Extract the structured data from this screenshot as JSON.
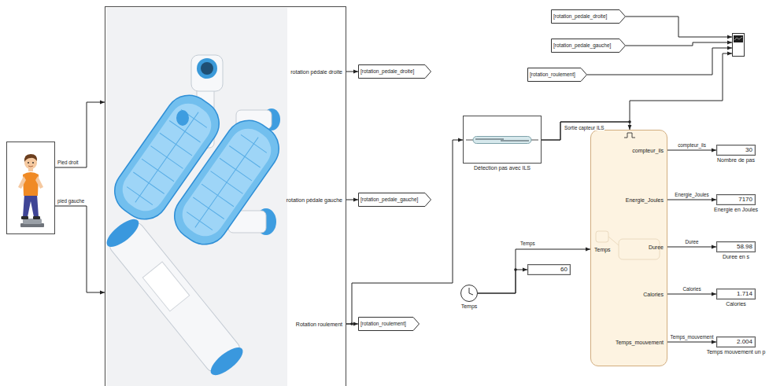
{
  "diagram": {
    "nodes": [
      {
        "text": []
      },
      {
        "text": [
          "rotation pédale droite",
          "rotation pédale gauche",
          "Rotation roulement"
        ]
      },
      {
        "text": [
          "[rotation_pedale_droite]"
        ]
      },
      {
        "text": [
          "[rotation_pedale_gauche]"
        ]
      },
      {
        "text": [
          "[rotation_roulement]"
        ]
      },
      {
        "text": [
          "[rotation_pedale_droite]"
        ]
      },
      {
        "text": [
          "[rotation_pedale_gauche]"
        ]
      },
      {
        "text": [
          "[rotation_roulement]"
        ]
      },
      {
        "text": []
      },
      {
        "text": [
          "Détection pas avec ILS"
        ]
      },
      {
        "text": [
          "Temps"
        ]
      },
      {
        "text": [
          "60"
        ]
      },
      {
        "text": [
          "compteur_ils",
          "Energie_Joules",
          "Temps",
          "Duree",
          "Calories",
          "Temps_mouvement"
        ]
      },
      {
        "text": [
          "30",
          "Nombre de pas"
        ]
      },
      {
        "text": [
          "7170",
          "Energie en Joules"
        ]
      },
      {
        "text": [
          "58.98",
          "Duree en s"
        ]
      },
      {
        "text": [
          "1.714",
          "Calories"
        ]
      },
      {
        "text": [
          "2.004",
          "Temps mouvement un p"
        ]
      }
    ],
    "edges": [
      {
        "from": 0,
        "to": 1,
        "arrow": "to",
        "label": "Pied droit"
      },
      {
        "from": 0,
        "to": 1,
        "arrow": "to",
        "label": "pied gauche"
      },
      {
        "from": 1,
        "to": 2,
        "arrow": "to"
      },
      {
        "from": 1,
        "to": 3,
        "arrow": "to"
      },
      {
        "from": 1,
        "to": 4,
        "arrow": "to"
      },
      {
        "from": 1,
        "to": 9,
        "arrow": "to"
      },
      {
        "from": 5,
        "to": 8,
        "arrow": "to"
      },
      {
        "from": 6,
        "to": 8,
        "arrow": "to"
      },
      {
        "from": 7,
        "to": 8,
        "arrow": "to"
      },
      {
        "from": 9,
        "to": 8,
        "arrow": "to"
      },
      {
        "from": 9,
        "to": 12,
        "arrow": "to",
        "label": "Sortie capteur ILS"
      },
      {
        "from": 10,
        "to": 12,
        "arrow": "to",
        "label": "Temps"
      },
      {
        "from": 10,
        "to": 11,
        "arrow": "to"
      },
      {
        "from": 12,
        "to": 13,
        "arrow": "to",
        "label": "compteur_ils"
      },
      {
        "from": 12,
        "to": 14,
        "arrow": "to",
        "label": "Energie_Joules"
      },
      {
        "from": 12,
        "to": 15,
        "arrow": "to",
        "label": "Duree"
      },
      {
        "from": 12,
        "to": 16,
        "arrow": "to",
        "label": "Calories"
      },
      {
        "from": 12,
        "to": 17,
        "arrow": "to",
        "label": "Temps_mouvement"
      }
    ]
  }
}
